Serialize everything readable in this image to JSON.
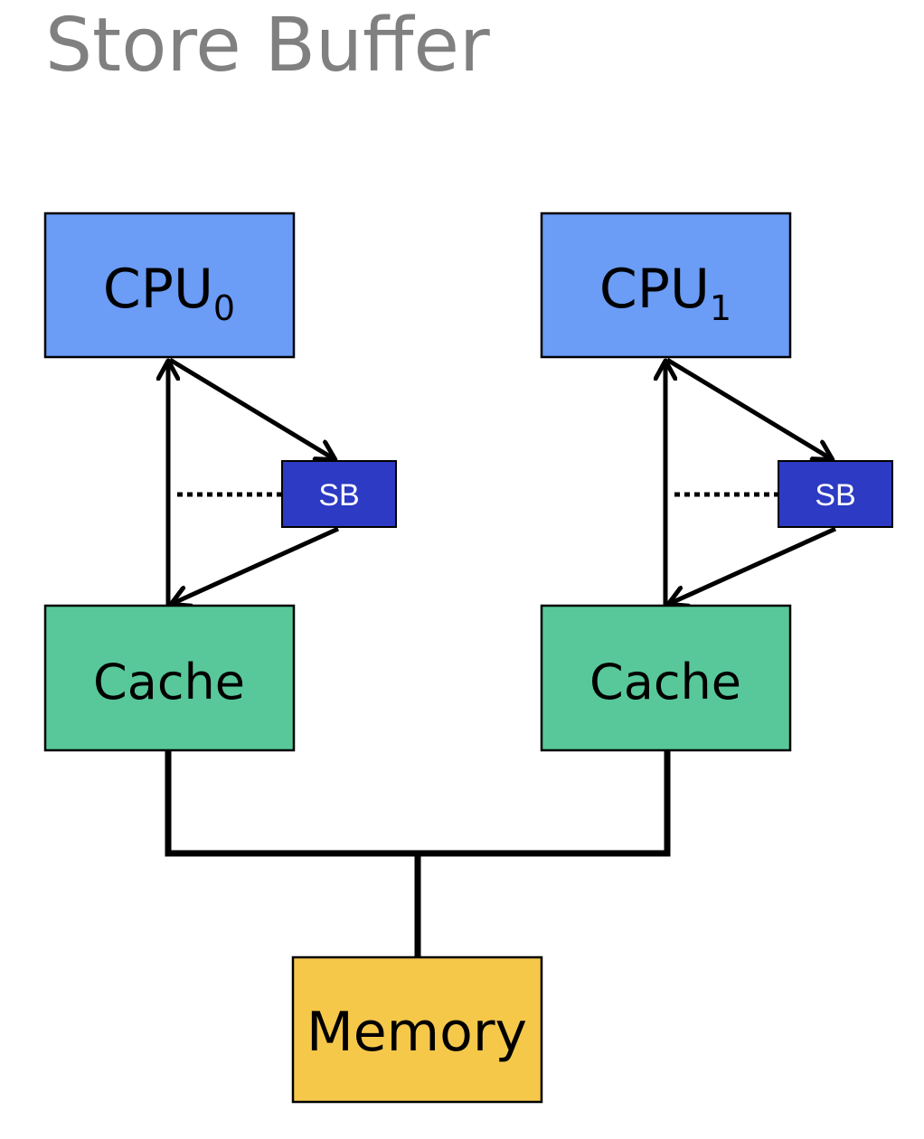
{
  "title": "Store Buffer",
  "nodes": {
    "cpu0": {
      "label": "CPU",
      "subscript": "0"
    },
    "cpu1": {
      "label": "CPU",
      "subscript": "1"
    },
    "sb0": {
      "label": "SB"
    },
    "sb1": {
      "label": "SB"
    },
    "cache0": {
      "label": "Cache"
    },
    "cache1": {
      "label": "Cache"
    },
    "memory": {
      "label": "Memory"
    }
  },
  "colors": {
    "cpu": "#6b9cf6",
    "sb": "#2c3ac4",
    "cache": "#58c89a",
    "memory": "#f6c84a",
    "title": "#808080"
  }
}
